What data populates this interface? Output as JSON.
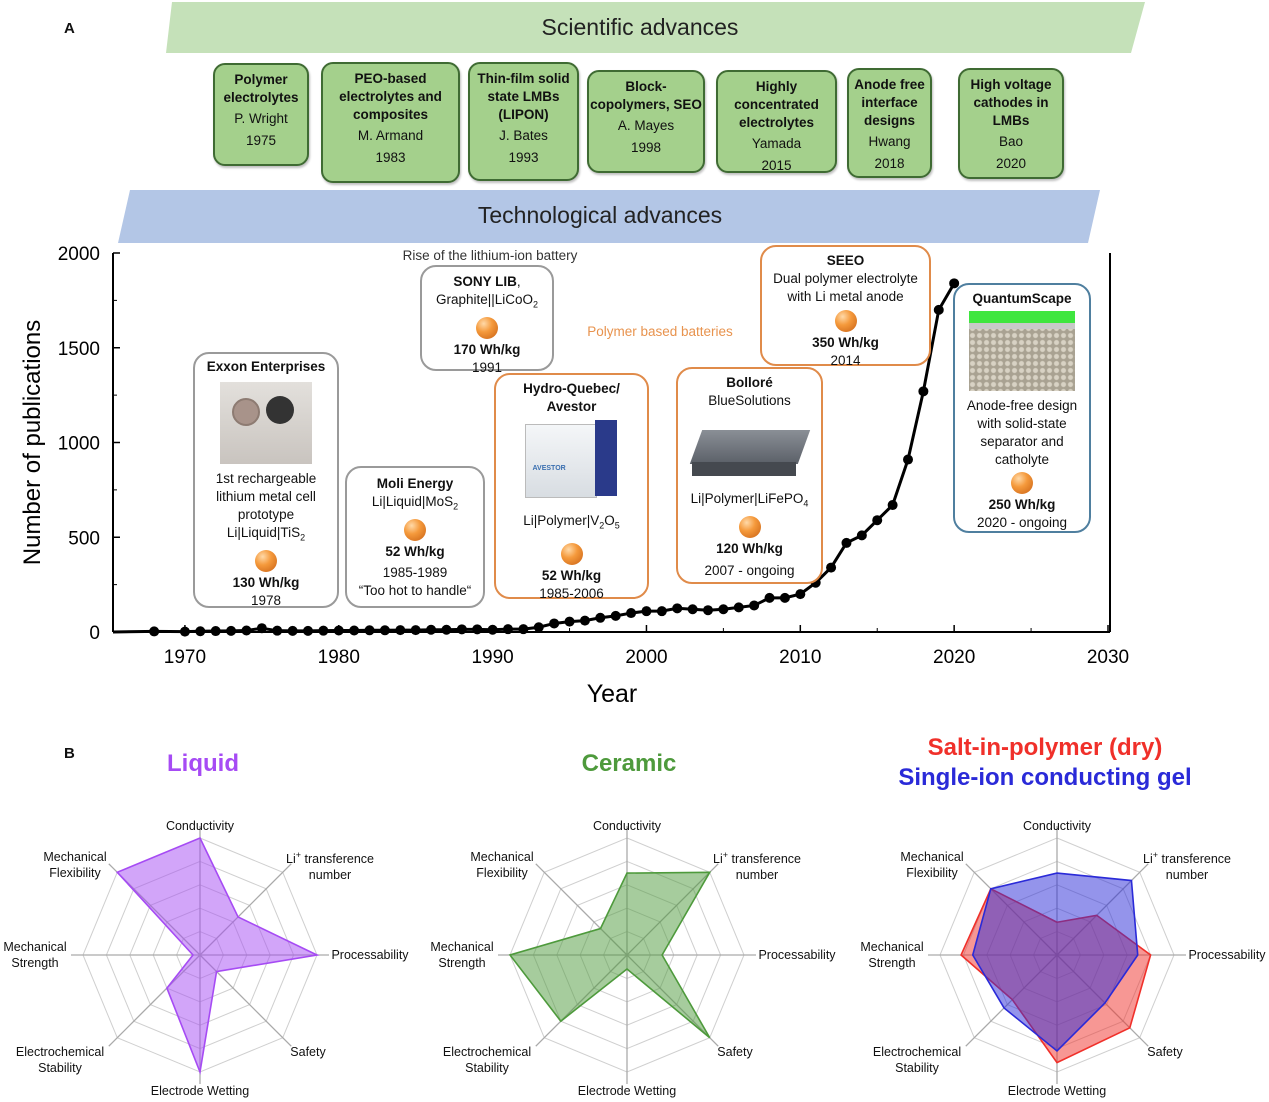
{
  "panels": {
    "a": "A",
    "b": "B"
  },
  "banners": {
    "scientific": "Scientific advances",
    "technological": "Technological advances"
  },
  "milestones": [
    {
      "title": "Polymer electrolytes",
      "author": "P. Wright",
      "year": "1975"
    },
    {
      "title": "PEO-based electrolytes and composites",
      "author": "M. Armand",
      "year": "1983"
    },
    {
      "title": "Thin-film solid state LMBs (LIPON)",
      "author": "J. Bates",
      "year": "1993"
    },
    {
      "title": "Block-copolymers, SEO",
      "author": "A. Mayes",
      "year": "1998"
    },
    {
      "title": "Highly concentrated electrolytes",
      "author": "Yamada",
      "year": "2015"
    },
    {
      "title": "Anode free interface designs",
      "author": "Hwang",
      "year": "2018"
    },
    {
      "title": "High voltage cathodes in LMBs",
      "author": "Bao",
      "year": "2020"
    }
  ],
  "annotations": {
    "rise_liion": "Rise of the lithium-ion battery",
    "polymer_based": "Polymer based batteries",
    "sony": {
      "title": "SONY LIB",
      "comma": ",",
      "chem": "Graphite||LiCoO",
      "chem_sub": "2",
      "energy": "170 Wh/kg",
      "year": "1991"
    },
    "exxon": {
      "title": "Exxon Enterprises",
      "desc1": "1st rechargeable",
      "desc2": "lithium metal cell",
      "desc3": "prototype",
      "chem": "Li|Liquid|TiS",
      "chem_sub": "2",
      "energy": "130 Wh/kg",
      "year": "1978"
    },
    "moli": {
      "title": "Moli Energy",
      "chem": "Li|Liquid|MoS",
      "chem_sub": "2",
      "energy": "52 Wh/kg",
      "year": "1985-1989",
      "quote": "“Too hot to handle“"
    },
    "hydro": {
      "title1": "Hydro-Quebec/",
      "title2": "Avestor",
      "image_text": "AVESTOR",
      "chem_a": "Li|Polymer|V",
      "chem_sub1": "2",
      "chem_b": "O",
      "chem_sub2": "5",
      "energy": "52 Wh/kg",
      "year": "1985-2006"
    },
    "bollore": {
      "title": "Bolloré",
      "subtitle": "BlueSolutions",
      "chem": "Li|Polymer|LiFePO",
      "chem_sub": "4",
      "energy": "120 Wh/kg",
      "year": "2007 - ongoing"
    },
    "seeo": {
      "title": "SEEO",
      "desc1": "Dual polymer electrolyte",
      "desc2": "with Li metal anode",
      "energy": "350 Wh/kg",
      "year": "2014"
    },
    "quantumscape": {
      "title": "QuantumScape",
      "desc1": "Anode-free design",
      "desc2": "with solid-state",
      "desc3": "separator and",
      "desc4": "catholyte",
      "energy": "250 Wh/kg",
      "year": "2020 - ongoing"
    }
  },
  "chart_data": [
    {
      "type": "line",
      "title": "",
      "xlabel": "Year",
      "ylabel": "Number of publications",
      "xlim": [
        1965,
        2030
      ],
      "ylim": [
        0,
        2000
      ],
      "xticks": [
        1970,
        1980,
        1990,
        2000,
        2010,
        2020,
        2030
      ],
      "yticks": [
        0,
        500,
        1000,
        1500,
        2000
      ],
      "grid": false,
      "series": [
        {
          "name": "Publications",
          "color": "#000000",
          "x": [
            1968,
            1970,
            1971,
            1972,
            1973,
            1974,
            1975,
            1976,
            1977,
            1978,
            1979,
            1980,
            1981,
            1982,
            1983,
            1984,
            1985,
            1986,
            1987,
            1988,
            1989,
            1990,
            1991,
            1992,
            1993,
            1994,
            1995,
            1996,
            1997,
            1998,
            1999,
            2000,
            2001,
            2002,
            2003,
            2004,
            2005,
            2006,
            2007,
            2008,
            2009,
            2010,
            2011,
            2012,
            2013,
            2014,
            2015,
            2016,
            2017,
            2018,
            2019,
            2020
          ],
          "y": [
            3,
            2,
            4,
            5,
            6,
            8,
            20,
            7,
            6,
            6,
            7,
            8,
            8,
            9,
            9,
            10,
            10,
            12,
            12,
            14,
            14,
            12,
            15,
            15,
            25,
            45,
            55,
            60,
            75,
            85,
            100,
            110,
            110,
            125,
            120,
            115,
            120,
            130,
            140,
            180,
            180,
            200,
            260,
            340,
            470,
            510,
            590,
            670,
            910,
            1270,
            1700,
            1840
          ]
        }
      ]
    },
    {
      "type": "radar",
      "title": "Liquid",
      "color": "#a64bf4",
      "axes": [
        "Conductivity",
        "Li+ transference number",
        "Processability",
        "Safety",
        "Electrode Wetting",
        "Electrochemical Stability",
        "Mechanical Strength",
        "Mechanical Flexibility"
      ],
      "rmax": 5,
      "series": [
        {
          "name": "Liquid",
          "color": "#a64bf4",
          "values": [
            5,
            2.3,
            5,
            1,
            5,
            2,
            0.3,
            5
          ]
        }
      ]
    },
    {
      "type": "radar",
      "title": "Ceramic",
      "color": "#4e9a3c",
      "axes": [
        "Conductivity",
        "Li+ transference number",
        "Processability",
        "Safety",
        "Electrode Wetting",
        "Electrochemical Stability",
        "Mechanical Strength",
        "Mechanical Flexibility"
      ],
      "rmax": 5,
      "series": [
        {
          "name": "Ceramic",
          "color": "#4e9a3c",
          "values": [
            3.5,
            5,
            1.5,
            5,
            0.6,
            4,
            5,
            1.6
          ]
        }
      ]
    },
    {
      "type": "radar",
      "title": "Salt-in-polymer (dry)",
      "title2": "Single-ion conducting gel",
      "axes": [
        "Conductivity",
        "Li+ transference number",
        "Processability",
        "Safety",
        "Electrode Wetting",
        "Electrochemical Stability",
        "Mechanical Strength",
        "Mechanical Flexibility"
      ],
      "rmax": 5,
      "series": [
        {
          "name": "Salt-in-polymer (dry)",
          "color": "#f0302a",
          "values": [
            1.4,
            2.4,
            4,
            4.4,
            4.6,
            2.7,
            4.1,
            4
          ]
        },
        {
          "name": "Single-ion conducting gel",
          "color": "#2a2ad8",
          "values": [
            3.5,
            4.5,
            3.45,
            2.9,
            4.1,
            3.2,
            3.6,
            4
          ]
        }
      ]
    }
  ],
  "radar_labels": {
    "li_sup": "+",
    "li_rest": " transference",
    "li_line2": "number",
    "li_prefix": "Li"
  }
}
